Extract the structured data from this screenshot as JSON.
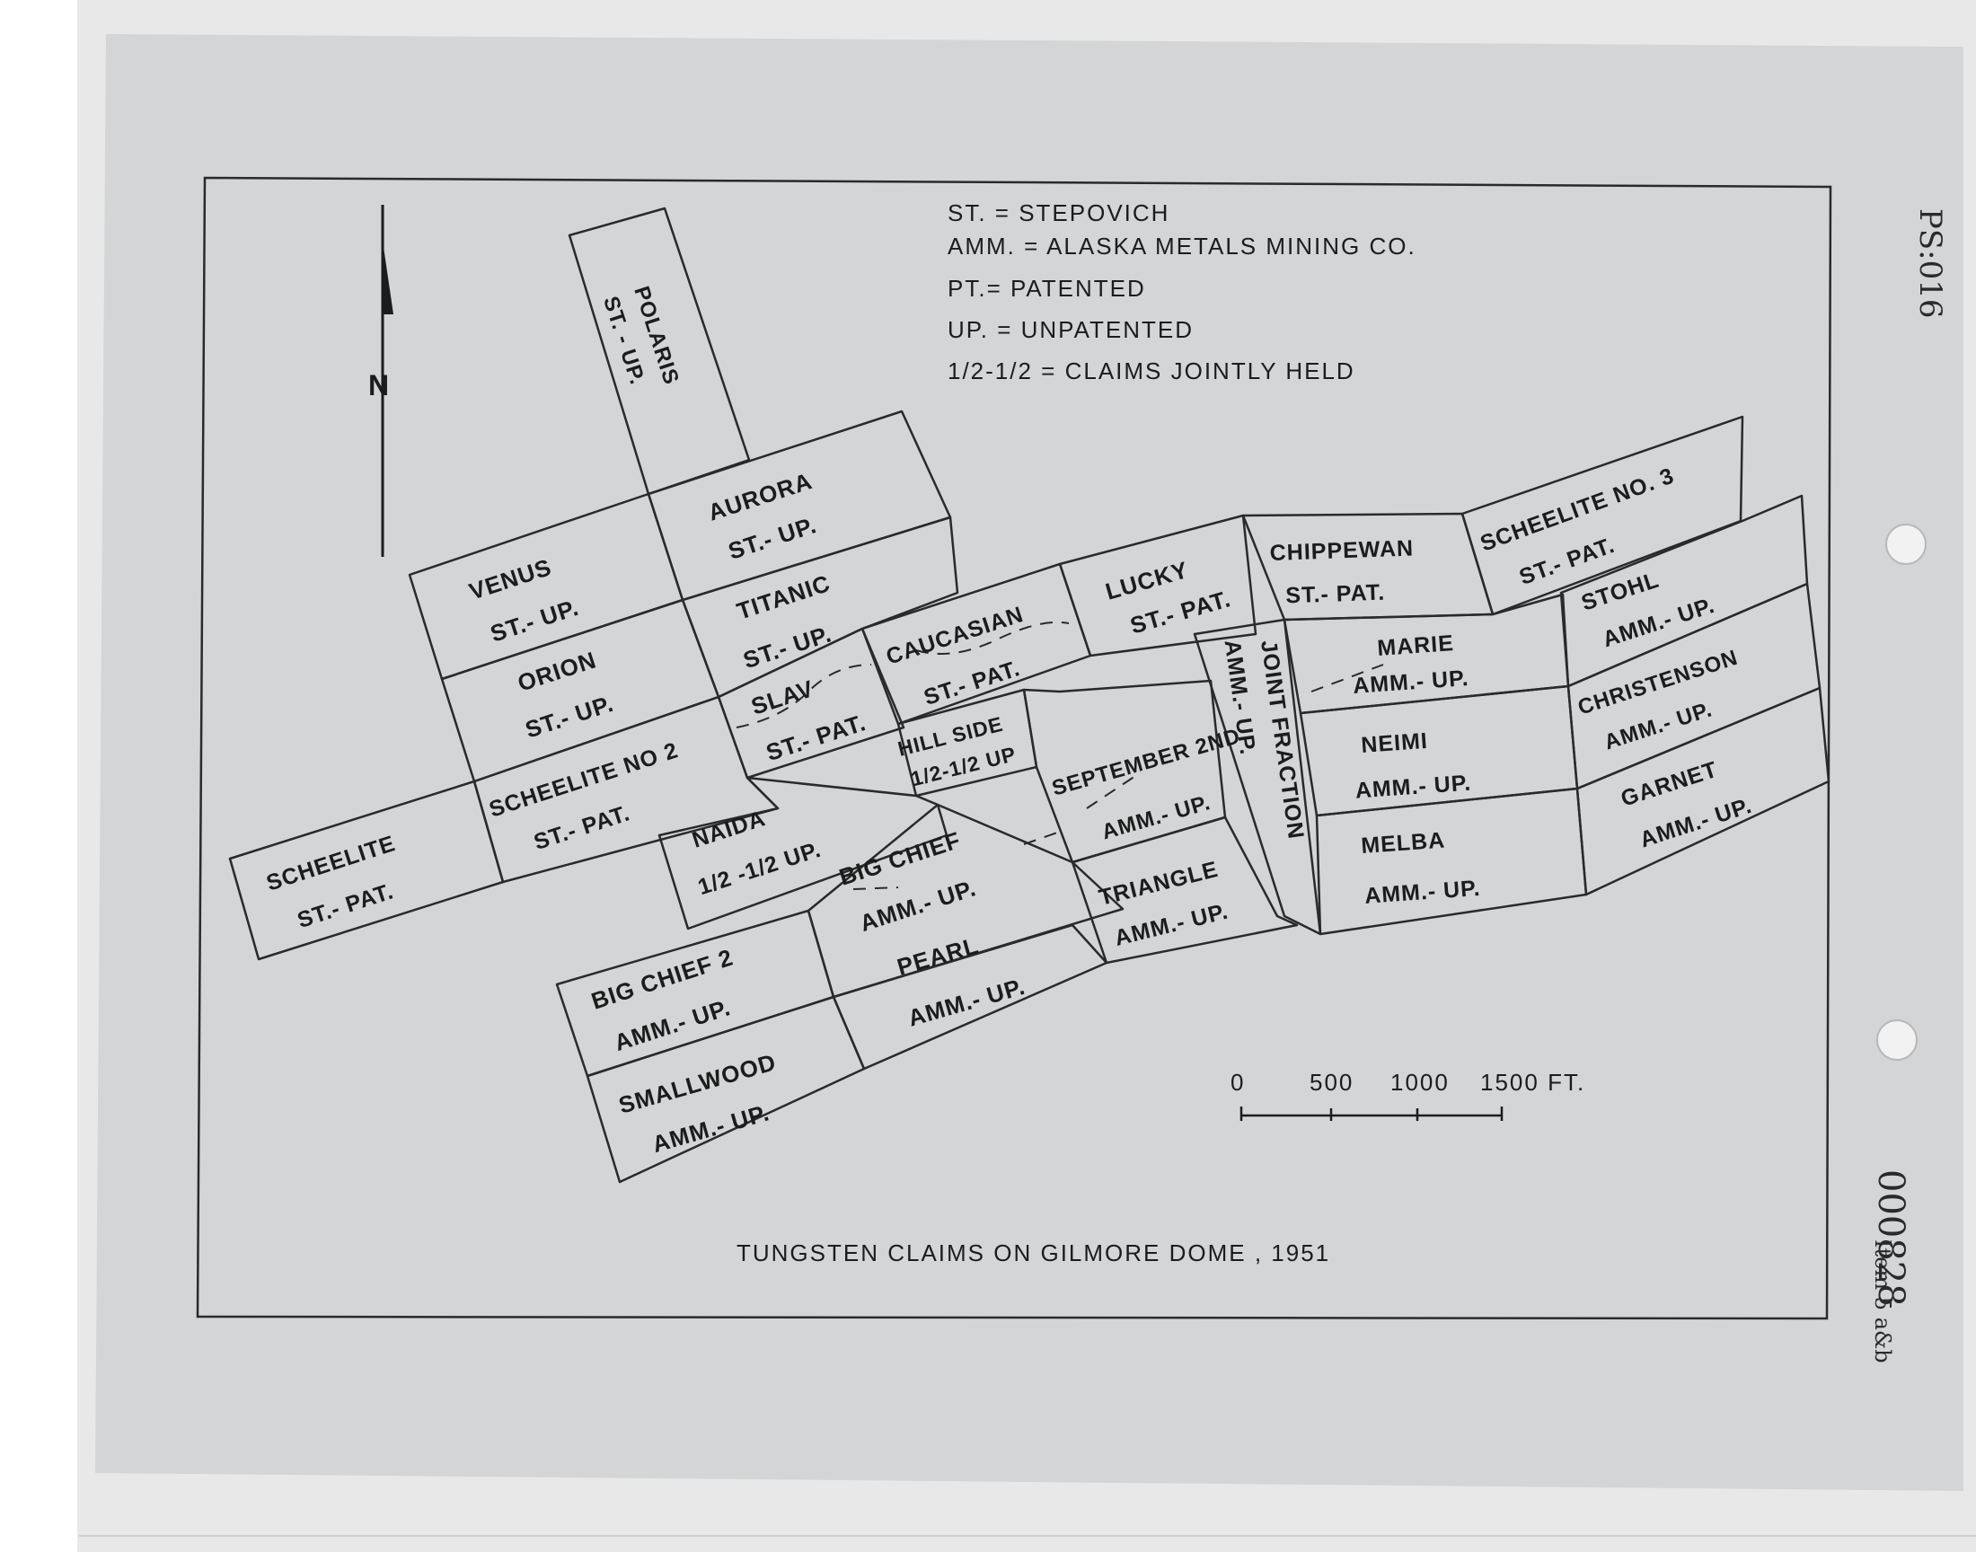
{
  "page_id": "PS:016",
  "title": "TUNGSTEN CLAIMS ON GILMORE DOME , 1951",
  "north_label": "N",
  "legend": [
    "ST. = STEPOVICH",
    "AMM. = ALASKA METALS MINING CO.",
    "PT.= PATENTED",
    "UP. = UNPATENTED",
    "1/2-1/2 = CLAIMS JOINTLY HELD"
  ],
  "scale": {
    "ticks": [
      "0",
      "500",
      "1000",
      "1500 FT."
    ]
  },
  "claims": [
    {
      "name": "POLARIS",
      "status": "ST. - UP."
    },
    {
      "name": "AURORA",
      "status": "ST.- UP."
    },
    {
      "name": "VENUS",
      "status": "ST.- UP."
    },
    {
      "name": "TITANIC",
      "status": "ST.- UP."
    },
    {
      "name": "ORION",
      "status": "ST.- UP."
    },
    {
      "name": "SLAV",
      "status": "ST.- PAT."
    },
    {
      "name": "CAUCASIAN",
      "status": "ST.- PAT."
    },
    {
      "name": "LUCKY",
      "status": "ST.- PAT."
    },
    {
      "name": "CHIPPEWAN",
      "status": "ST.- PAT."
    },
    {
      "name": "SCHEELITE NO. 3",
      "status": "ST.- PAT."
    },
    {
      "name": "HILL SIDE",
      "status": "1/2-1/2 UP"
    },
    {
      "name": "SCHEELITE NO 2",
      "status": "ST.- PAT."
    },
    {
      "name": "SCHEELITE",
      "status": "ST.- PAT."
    },
    {
      "name": "NAIDA",
      "status": "1/2 -1/2 UP."
    },
    {
      "name": "SEPTEMBER 2ND",
      "status": "AMM.- UP."
    },
    {
      "name": "JOINT FRACTION",
      "status": "AMM.- UP."
    },
    {
      "name": "MARIE",
      "status": "AMM.- UP."
    },
    {
      "name": "STOHL",
      "status": "AMM.- UP."
    },
    {
      "name": "CHRISTENSON",
      "status": "AMM.- UP."
    },
    {
      "name": "NEIMI",
      "status": "AMM.- UP."
    },
    {
      "name": "MELBA",
      "status": "AMM.- UP."
    },
    {
      "name": "GARNET",
      "status": "AMM.- UP."
    },
    {
      "name": "BIG CHIEF",
      "status": "AMM.- UP."
    },
    {
      "name": "TRIANGLE",
      "status": "AMM.- UP."
    },
    {
      "name": "BIG CHIEF 2",
      "status": "AMM.- UP."
    },
    {
      "name": "PEARL",
      "status": "AMM.- UP."
    },
    {
      "name": "SMALLWOOD",
      "status": "AMM.- UP."
    }
  ],
  "margin_notes": {
    "number": "000828",
    "item": "Item 5 a&b"
  }
}
